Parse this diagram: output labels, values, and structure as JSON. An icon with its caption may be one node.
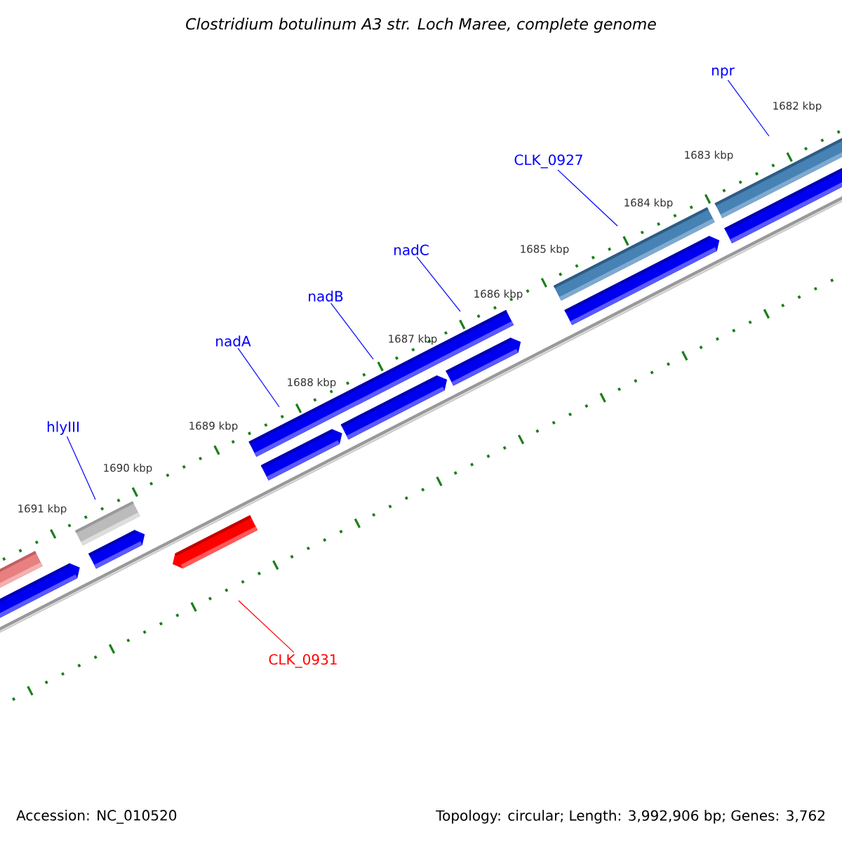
{
  "diagram": {
    "title": "Clostridium botulinum A3 str. Loch Maree, complete genome",
    "nodes": [
      {
        "text": [
          "hlyIII"
        ]
      },
      {
        "text": [
          "nadA"
        ]
      },
      {
        "text": [
          "nadB"
        ]
      },
      {
        "text": [
          "nadC"
        ]
      },
      {
        "text": [
          "CLK_0927"
        ]
      },
      {
        "text": [
          "npr"
        ]
      },
      {
        "text": [
          "CLK_0931"
        ]
      }
    ],
    "edges": [
      {
        "from": 0,
        "to": null,
        "arrow": "none"
      },
      {
        "from": 1,
        "to": null,
        "arrow": "none"
      },
      {
        "from": 2,
        "to": null,
        "arrow": "none"
      },
      {
        "from": 3,
        "to": null,
        "arrow": "none"
      },
      {
        "from": 4,
        "to": null,
        "arrow": "none"
      },
      {
        "from": 5,
        "to": null,
        "arrow": "none"
      },
      {
        "from": 6,
        "to": null,
        "arrow": "none",
        "color": "#ff0000"
      }
    ],
    "labels": [
      "1682 kbp",
      "1683 kbp",
      "1684 kbp",
      "1685 kbp",
      "1686 kbp",
      "1687 kbp",
      "1688 kbp",
      "1689 kbp",
      "1690 kbp",
      "1691 kbp",
      "Accession: NC_010520",
      "Topology: circular; Length: 3,992,906 bp; Genes: 3,762"
    ]
  }
}
